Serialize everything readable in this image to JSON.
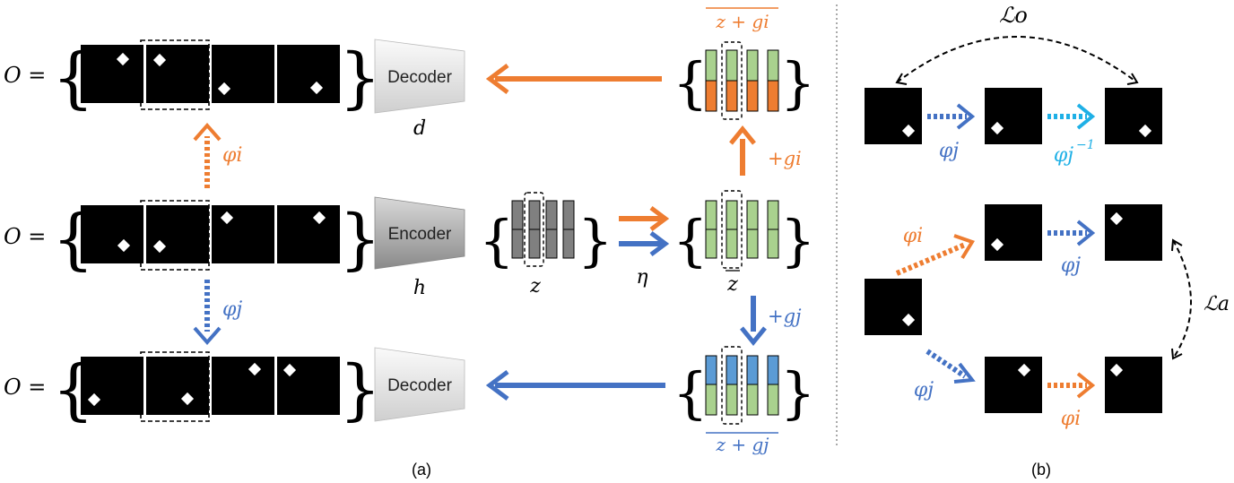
{
  "panel_a": {
    "caption": "(a)",
    "rows": [
      {
        "eq": "O =",
        "decoder_label": "Decoder",
        "func": "d"
      },
      {
        "eq": "O =",
        "encoder_label": "Encoder",
        "func": "h"
      },
      {
        "eq": "O =",
        "decoder_label": "Decoder"
      }
    ],
    "arrow_up_label": "φi",
    "arrow_down_label": "φj",
    "latent_z": "z",
    "latent_zbar": "z",
    "eta": "η",
    "plus_gi": "+gi",
    "plus_gj": "+gj",
    "top_latent": "z + gi",
    "bottom_latent": "z + gj"
  },
  "panel_b": {
    "caption": "(b)",
    "loss_top": "ℒo",
    "loss_right": "ℒa",
    "top_phi_j": "φj",
    "top_phi_j_inv": "φj",
    "inv_sup": "−1",
    "mid_phi_i": "φi",
    "mid_phi_j": "φj",
    "low_phi_j": "φj",
    "low_phi_i": "φi"
  },
  "colors": {
    "orange": "#ee7d31",
    "blue": "#4472c4",
    "cyan": "#1fb0e6",
    "green": "#a9d18e",
    "gray": "#808080",
    "black": "#000000"
  }
}
